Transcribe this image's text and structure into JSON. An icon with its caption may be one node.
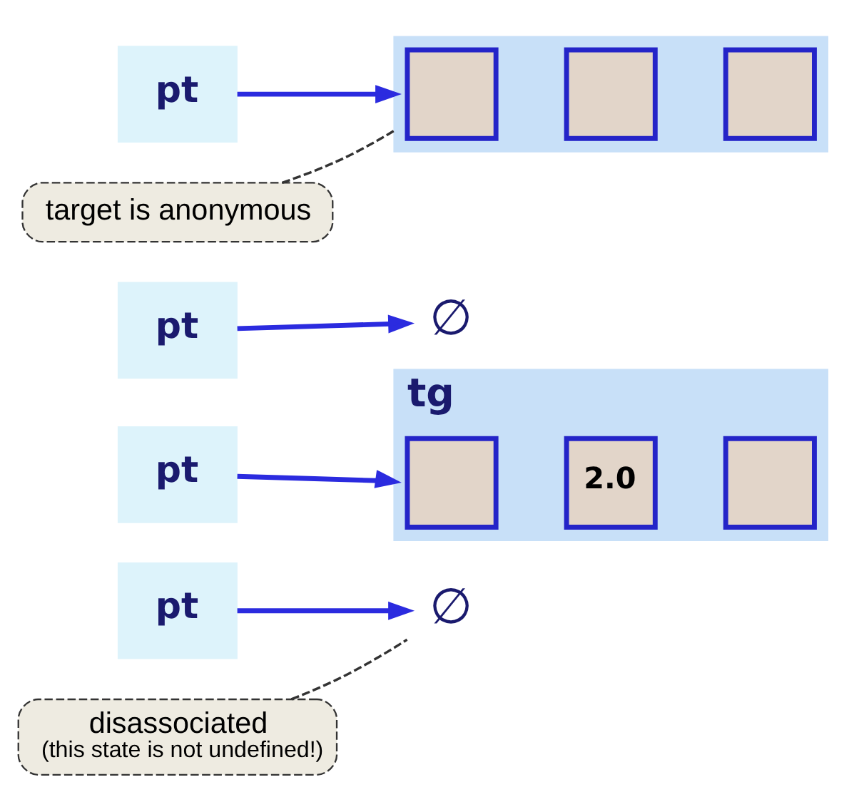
{
  "diagram": {
    "nodes": [
      {
        "text": [
          "pt"
        ]
      },
      {
        "text": [],
        "shape": "box"
      },
      {
        "text": [],
        "shape": "box",
        "in": 1
      },
      {
        "text": [],
        "shape": "box",
        "in": 1
      },
      {
        "text": [],
        "shape": "box",
        "in": 1
      },
      {
        "text": [
          "target is anonymous"
        ]
      },
      {
        "text": [
          "pt"
        ]
      },
      {
        "text": [
          "∅"
        ]
      },
      {
        "text": [
          "pt"
        ]
      },
      {
        "text": [
          "tg"
        ]
      },
      {
        "text": [],
        "shape": "box",
        "in": 9
      },
      {
        "text": [
          "2.0"
        ],
        "in": 9
      },
      {
        "text": [],
        "shape": "box",
        "in": 9
      },
      {
        "text": [
          "pt"
        ]
      },
      {
        "text": [
          "∅"
        ]
      },
      {
        "text": [
          "disassociated",
          "(this state is not undefined!)"
        ]
      }
    ],
    "edges": [
      {
        "from": 0,
        "to": 1,
        "arrow": "to"
      },
      {
        "from": 5,
        "to": 1,
        "arrow": "none",
        "style": "dashed",
        "color": "#333333"
      },
      {
        "from": 6,
        "to": 7,
        "arrow": "to"
      },
      {
        "from": 8,
        "to": 9,
        "arrow": "to"
      },
      {
        "from": 13,
        "to": 14,
        "arrow": "to"
      },
      {
        "from": 15,
        "to": 14,
        "arrow": "none",
        "style": "dashed",
        "color": "#333333"
      }
    ]
  }
}
